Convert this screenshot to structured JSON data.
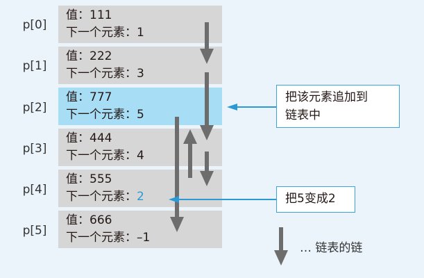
{
  "nodes": [
    {
      "index": "p[0]",
      "value_line": "值：111",
      "next_prefix": "下一个元素：",
      "next": "1"
    },
    {
      "index": "p[1]",
      "value_line": "值：222",
      "next_prefix": "下一个元素：",
      "next": "3"
    },
    {
      "index": "p[2]",
      "value_line": "值：777",
      "next_prefix": "下一个元素：",
      "next": "5"
    },
    {
      "index": "p[3]",
      "value_line": "值：444",
      "next_prefix": "下一个元素：",
      "next": "4"
    },
    {
      "index": "p[4]",
      "value_line": "值：555",
      "next_prefix": "下一个元素：",
      "next": "2"
    },
    {
      "index": "p[5]",
      "value_line": "值：666",
      "next_prefix": "下一个元素：",
      "next": "–1"
    }
  ],
  "callouts": {
    "append": {
      "line1": "把该元素追加到",
      "line2": "链表中"
    },
    "change": {
      "text": "把5变成2"
    }
  },
  "legend": {
    "text": "… 链表的链"
  },
  "colors": {
    "background": "#ebf4fa",
    "node": "#d6d6d6",
    "node_highlight": "#a8def5",
    "chain_arrow": "#6d6d6d",
    "accent": "#2b9ad4"
  }
}
